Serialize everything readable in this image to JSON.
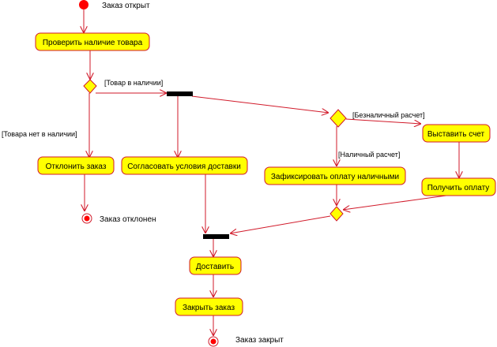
{
  "diagram": {
    "start_label": "Заказ открыт",
    "actions": {
      "check": "Проверить наличие товара",
      "reject": "Отклонить заказ",
      "agree": "Согласовать условия доставки",
      "cash": "Зафиксировать оплату наличными",
      "invoice": "Выставить счет",
      "receive": "Получить оплату",
      "deliver": "Доставить",
      "close": "Закрыть заказ"
    },
    "guards": {
      "in_stock": "[Товар в наличии]",
      "out_of_stock": "[Товара нет в наличии]",
      "cashless": "[Безналичный расчет]",
      "cash_payment": "[Наличный расчет]"
    },
    "end_labels": {
      "rejected": "Заказ отклонен",
      "closed": "Заказ закрыт"
    },
    "colors": {
      "node_fill": "#ffff00",
      "edge": "#d11a2a",
      "start": "#ff0000",
      "bar": "#000000"
    }
  }
}
